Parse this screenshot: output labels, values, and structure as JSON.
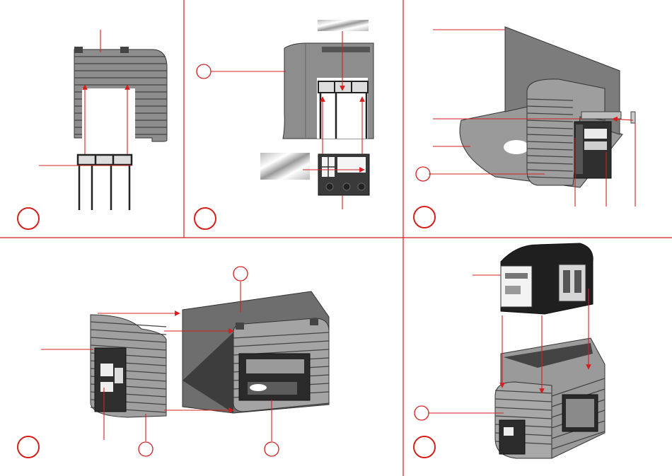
{
  "colors": {
    "accent": "#d4201e",
    "part_dark": "#555555",
    "part_mid": "#8a8a8a",
    "part_light": "#c0c0c0",
    "outline": "#333333"
  },
  "steps": [
    {
      "panel": "top-left"
    },
    {
      "panel": "top-middle"
    },
    {
      "panel": "top-right"
    },
    {
      "panel": "bottom-left"
    },
    {
      "panel": "bottom-right"
    }
  ]
}
